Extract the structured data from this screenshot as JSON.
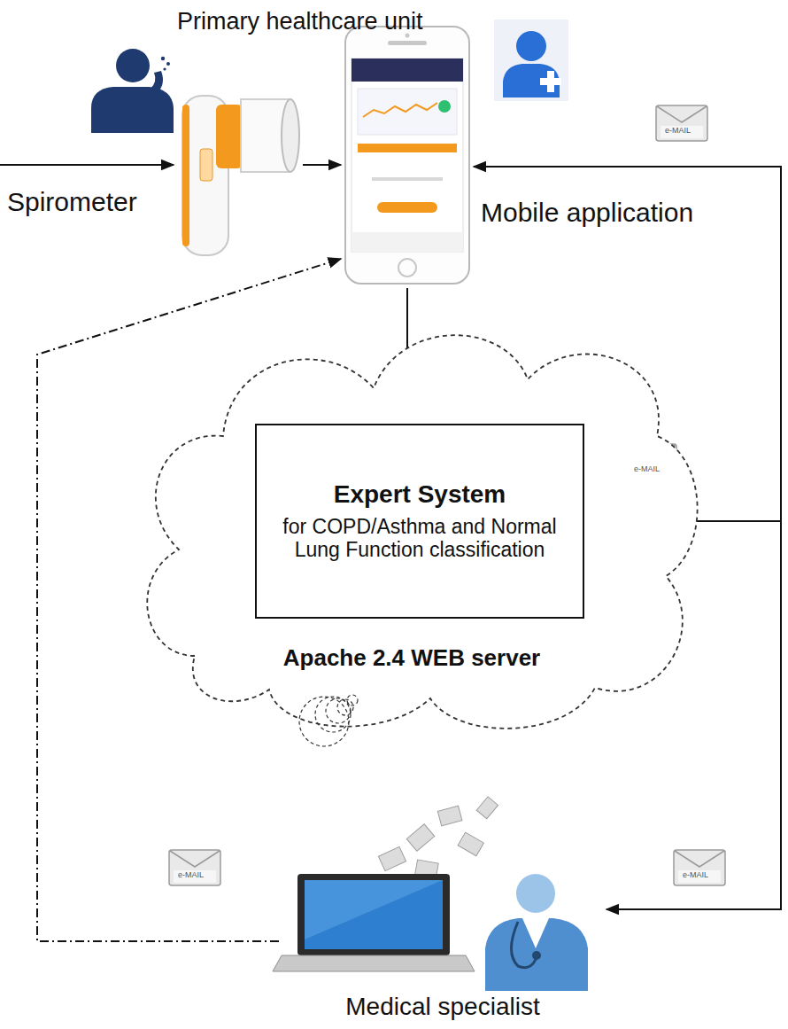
{
  "diagram": {
    "nodes": [
      {
        "text": [
          "Spirometer"
        ]
      },
      {
        "text": [
          "Mobile application"
        ]
      },
      {
        "text": [
          "Apache 2.4 WEB server"
        ]
      },
      {
        "text": [
          "Expert System",
          "for COPD/Asthma and Normal Lung Function classification"
        ],
        "in": 2
      },
      {
        "text": [
          "Medical specialist"
        ]
      }
    ],
    "edges": [
      {
        "from": 0,
        "to": 1,
        "arrow": "to"
      },
      {
        "from": 1,
        "to": 3,
        "arrow": "to"
      },
      {
        "from": 3,
        "to": 1,
        "arrow": "to"
      },
      {
        "from": 3,
        "to": 4,
        "arrow": "to"
      },
      {
        "from": 4,
        "to": 1,
        "arrow": "to"
      }
    ],
    "labels": [
      "Primary healthcare unit",
      "e-MAIL",
      "e-MAIL",
      "e-MAIL",
      "e-MAIL"
    ]
  }
}
